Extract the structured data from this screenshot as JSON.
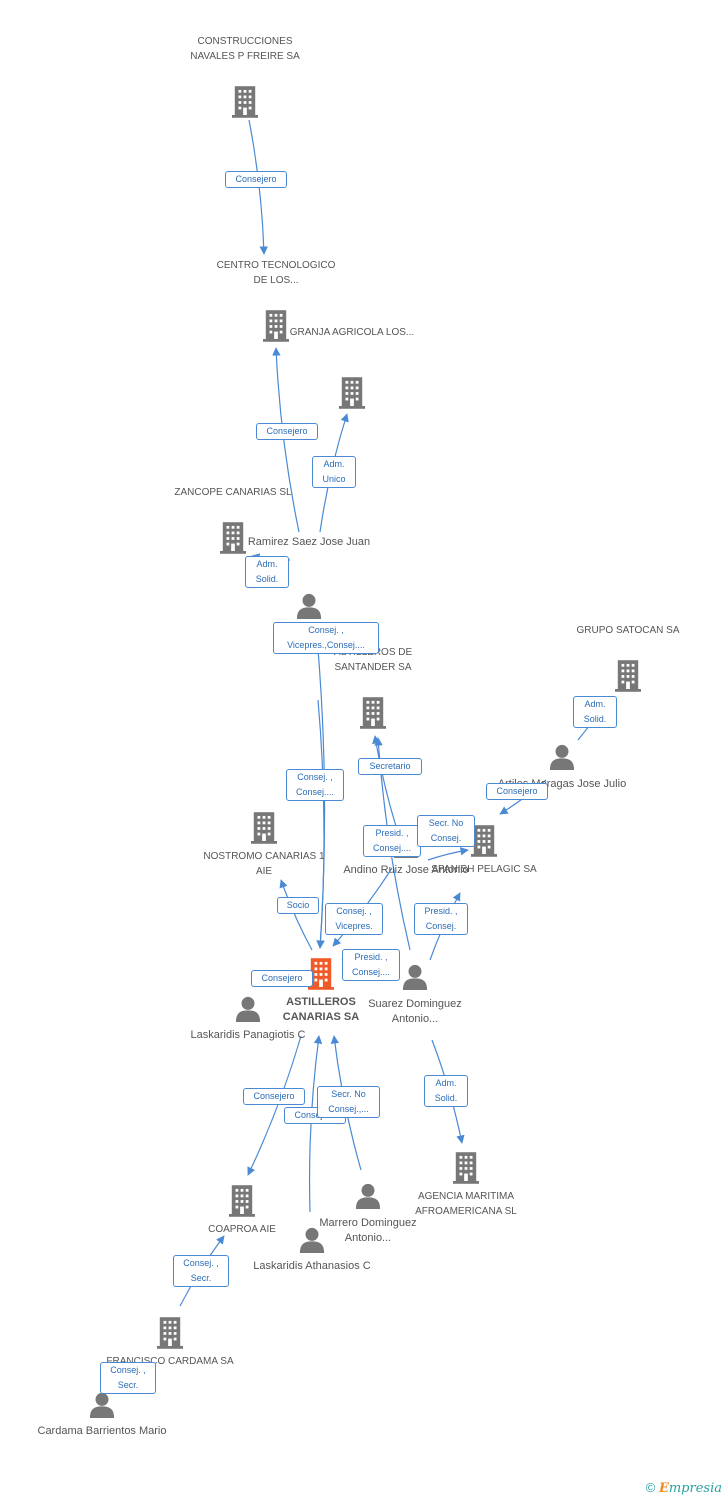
{
  "colors": {
    "edge": "#4a8ad4",
    "company": "#777777",
    "main": "#f05a28",
    "person": "#777777"
  },
  "nodes": {
    "construcciones": {
      "label": "CONSTRUCCIONES NAVALES P FREIRE SA",
      "icon": "building-icon"
    },
    "centro": {
      "label": "CENTRO TECNOLOGICO DE LOS...",
      "icon": "building-icon"
    },
    "granja": {
      "label": "GRANJA AGRICOLA LOS...",
      "icon": "building-icon"
    },
    "zancope": {
      "label": "ZANCOPE CANARIAS SL",
      "icon": "building-icon"
    },
    "ramirez": {
      "label": "Ramirez Saez Jose Juan",
      "icon": "person-icon"
    },
    "astilleros_santander": {
      "label": "ASTILLEROS DE SANTANDER SA",
      "icon": "building-icon"
    },
    "grupo_satocan": {
      "label": "GRUPO SATOCAN SA",
      "icon": "building-icon"
    },
    "artiles": {
      "label": "Artiles Moragas Jose Julio",
      "icon": "person-icon"
    },
    "spanish_pelagic": {
      "label": "SPANISH PELAGIC SA",
      "icon": "building-icon"
    },
    "nostromo": {
      "label": "NOSTROMO CANARIAS 1 AIE",
      "icon": "building-icon"
    },
    "andino": {
      "label": "Andino Ruiz Jose Antonio",
      "icon": "person-icon"
    },
    "astilleros_canarios": {
      "label": "ASTILLEROS CANARIAS SA",
      "icon": "building-icon"
    },
    "laskaridis_p": {
      "label": "Laskaridis Panagiotis C",
      "icon": "person-icon"
    },
    "suarez": {
      "label": "Suarez Dominguez Antonio...",
      "icon": "person-icon"
    },
    "agencia": {
      "label": "AGENCIA MARITIMA AFROAMERICANA SL",
      "icon": "building-icon"
    },
    "coaproa": {
      "label": "COAPROA AIE",
      "icon": "building-icon"
    },
    "marrero": {
      "label": "Marrero Dominguez Antonio...",
      "icon": "person-icon"
    },
    "laskaridis_a": {
      "label": "Laskaridis Athanasios C",
      "icon": "person-icon"
    },
    "francisco": {
      "label": "FRANCISCO CARDAMA SA",
      "icon": "building-icon"
    },
    "cardama": {
      "label": "Cardama Barrientos Mario",
      "icon": "person-icon"
    }
  },
  "edges": [
    {
      "from": "construcciones",
      "to": "centro",
      "label": "Consejero"
    },
    {
      "from": "ramirez",
      "to": "centro",
      "label": "Consejero"
    },
    {
      "from": "ramirez",
      "to": "granja",
      "label": "Adm. Unico"
    },
    {
      "from": "ramirez",
      "to": "zancope",
      "label": "Adm. Solid."
    },
    {
      "from": "ramirez",
      "to": "astilleros_canarios",
      "label": "Consej. , Vicepres.,Consej...."
    },
    {
      "from": "ramirez",
      "to": "astilleros_canarios",
      "label": "Consej. , Consej...."
    },
    {
      "from": "andino",
      "to": "astilleros_santander",
      "label": "Secretario"
    },
    {
      "from": "suarez",
      "to": "astilleros_santander",
      "label": "Presid. , Consej...."
    },
    {
      "from": "artiles",
      "to": "grupo_satocan",
      "label": "Adm. Solid."
    },
    {
      "from": "artiles",
      "to": "spanish_pelagic",
      "label": "Consejero"
    },
    {
      "from": "andino",
      "to": "spanish_pelagic",
      "label": "Secr. No Consej."
    },
    {
      "from": "suarez",
      "to": "spanish_pelagic",
      "label": "Presid. , Consej."
    },
    {
      "from": "astilleros_canarios",
      "to": "nostromo",
      "label": "Socio"
    },
    {
      "from": "andino",
      "to": "astilleros_canarios",
      "label": "Consej. , Vicepres."
    },
    {
      "from": "suarez",
      "to": "astilleros_canarios",
      "label": "Presid. , Consej...."
    },
    {
      "from": "laskaridis_p",
      "to": "astilleros_canarios",
      "label": "Consejero"
    },
    {
      "from": "suarez",
      "to": "agencia",
      "label": "Adm. Solid."
    },
    {
      "from": "astilleros_canarios",
      "to": "coaproa",
      "label": "Consejero"
    },
    {
      "from": "laskaridis_a",
      "to": "astilleros_canarios",
      "label": "Consejero"
    },
    {
      "from": "marrero",
      "to": "astilleros_canarios",
      "label": "Secr. No Consej.,..."
    },
    {
      "from": "francisco",
      "to": "coaproa",
      "label": "Consej. , Secr."
    },
    {
      "from": "cardama",
      "to": "francisco",
      "label": "Consej. , Secr."
    }
  ],
  "footer": {
    "copyright": "©",
    "brand_initial": "E",
    "brand_rest": "mpresia"
  }
}
